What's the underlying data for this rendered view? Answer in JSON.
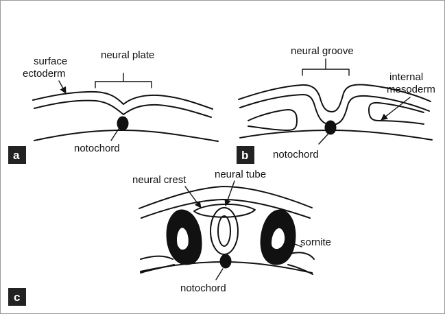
{
  "panels": {
    "a": {
      "letter": "a",
      "labels": {
        "surface_ectoderm_line1": "surface",
        "surface_ectoderm_line2": "ectoderm",
        "neural_plate": "neural plate",
        "notochord": "notochord"
      }
    },
    "b": {
      "letter": "b",
      "labels": {
        "neural_groove": "neural groove",
        "internal_mesoderm_line1": "internal",
        "internal_mesoderm_line2": "mesoderm",
        "notochord": "notochord"
      }
    },
    "c": {
      "letter": "c",
      "labels": {
        "neural_crest": "neural crest",
        "neural_tube": "neural tube",
        "sornite": "sornite",
        "notochord": "notochord"
      }
    }
  },
  "colors": {
    "line": "#111111",
    "panel_badge": "#222222",
    "frame": "#9a9a9a"
  }
}
